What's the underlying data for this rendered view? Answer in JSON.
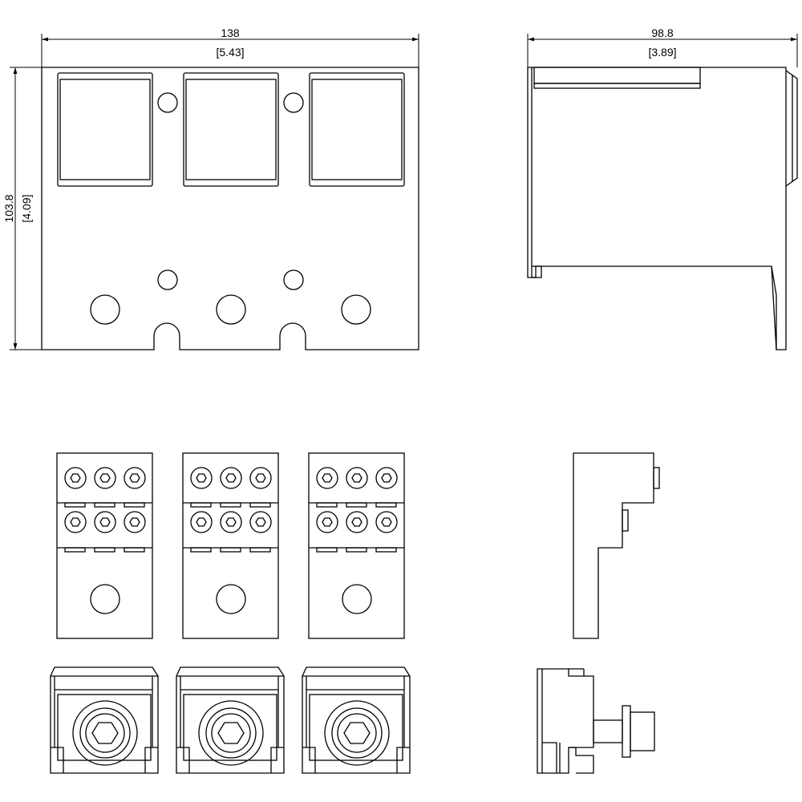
{
  "front_view": {
    "width_dim": "138",
    "width_dim_in": "[5.43]",
    "height_dim": "103.8",
    "height_dim_in": "[4.09]"
  },
  "side_view": {
    "width_dim": "98.8",
    "width_dim_in": "[3.89]"
  }
}
